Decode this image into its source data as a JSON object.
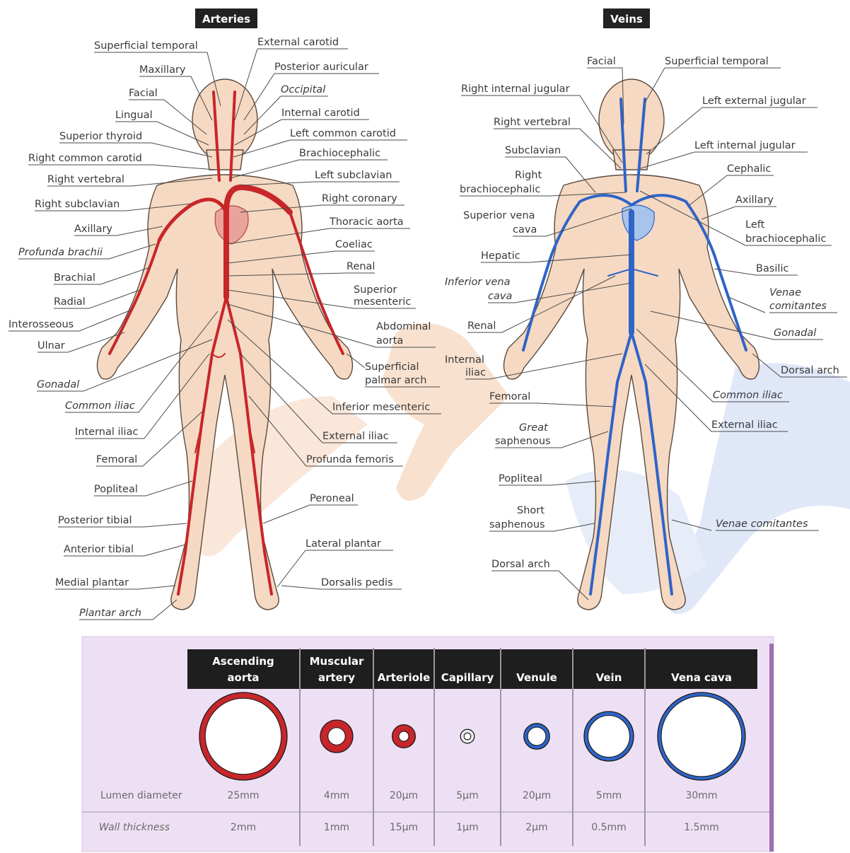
{
  "headers": {
    "arteries": "Arteries",
    "veins": "Veins"
  },
  "colors": {
    "artery": "#c8262a",
    "vein": "#2f64c8",
    "skin": "#f6d9c2",
    "skin_edge": "#5a4a40",
    "panel_bg": "#eee0f4",
    "panel_border": "#9b6fb4",
    "header_bg": "#222222"
  },
  "artery_labels": {
    "superficial_temporal": "Superficial temporal",
    "external_carotid": "External carotid",
    "maxillary": "Maxillary",
    "posterior_auricular": "Posterior auricular",
    "facial": "Facial",
    "occipital": "Occipital",
    "lingual": "Lingual",
    "internal_carotid": "Internal carotid",
    "superior_thyroid": "Superior thyroid",
    "left_common_carotid": "Left common carotid",
    "right_common_carotid": "Right common carotid",
    "brachiocephalic": "Brachiocephalic",
    "right_vertebral": "Right vertebral",
    "left_subclavian": "Left subclavian",
    "right_subclavian": "Right subclavian",
    "right_coronary": "Right coronary",
    "axillary": "Axillary",
    "thoracic_aorta": "Thoracic aorta",
    "profunda_brachii": "Profunda brachii",
    "coeliac": "Coeliac",
    "brachial": "Brachial",
    "renal": "Renal",
    "radial": "Radial",
    "superior_mesenteric_1": "Superior",
    "superior_mesenteric_2": "mesenteric",
    "interosseous": "Interosseous",
    "abdominal_aorta_1": "Abdominal",
    "abdominal_aorta_2": "aorta",
    "ulnar": "Ulnar",
    "superficial_palmar_1": "Superficial",
    "superficial_palmar_2": "palmar arch",
    "gonadal": "Gonadal",
    "common_iliac": "Common iliac",
    "inferior_mesenteric": "Inferior mesenteric",
    "internal_iliac": "Internal iliac",
    "external_iliac": "External iliac",
    "femoral": "Femoral",
    "profunda_femoris": "Profunda femoris",
    "popliteal": "Popliteal",
    "peroneal": "Peroneal",
    "posterior_tibial": "Posterior tibial",
    "anterior_tibial": "Anterior tibial",
    "lateral_plantar": "Lateral plantar",
    "medial_plantar": "Medial plantar",
    "dorsalis_pedis": "Dorsalis pedis",
    "plantar_arch": "Plantar arch"
  },
  "vein_labels": {
    "facial": "Facial",
    "superficial_temporal": "Superficial temporal",
    "right_internal_jugular": "Right internal jugular",
    "left_external_jugular": "Left external jugular",
    "right_vertebral": "Right vertebral",
    "subclavian": "Subclavian",
    "left_internal_jugular": "Left internal jugular",
    "right_brachiocephalic_1": "Right",
    "right_brachiocephalic_2": "brachiocephalic",
    "cephalic": "Cephalic",
    "axillary": "Axillary",
    "superior_vena_cava_1": "Superior vena",
    "superior_vena_cava_2": "cava",
    "left_brachiocephalic_1": "Left",
    "left_brachiocephalic_2": "brachiocephalic",
    "hepatic": "Hepatic",
    "basilic": "Basilic",
    "inferior_vena_cava_1": "Inferior vena",
    "inferior_vena_cava_2": "cava",
    "venae_comitantes_arm_1": "Venae",
    "venae_comitantes_arm_2": "comitantes",
    "renal": "Renal",
    "gonadal": "Gonadal",
    "internal_iliac_1": "Internal",
    "internal_iliac_2": "iliac",
    "dorsal_arch_hand": "Dorsal arch",
    "femoral": "Femoral",
    "common_iliac": "Common iliac",
    "external_iliac": "External iliac",
    "great_saphenous_1": "Great",
    "great_saphenous_2": "saphenous",
    "popliteal": "Popliteal",
    "short_saphenous_1": "Short",
    "short_saphenous_2": "saphenous",
    "venae_comitantes_leg": "Venae comitantes",
    "dorsal_arch_foot": "Dorsal arch"
  },
  "table": {
    "row_labels": {
      "lumen": "Lumen diameter",
      "wall": "Wall thickness"
    },
    "vessels": [
      {
        "name_line1": "Ascending",
        "name_line2": "aorta",
        "lumen": "25mm",
        "wall": "2mm",
        "kind": "artery",
        "lumen_rel": 1.0,
        "wall_rel": 0.1
      },
      {
        "name_line1": "Muscular",
        "name_line2": "artery",
        "lumen": "4mm",
        "wall": "1mm",
        "kind": "artery",
        "lumen_rel": 0.35,
        "wall_rel": 0.38
      },
      {
        "name_line1": "Arteriole",
        "name_line2": "",
        "lumen": "20µm",
        "wall": "15µm",
        "kind": "artery",
        "lumen_rel": 0.24,
        "wall_rel": 0.45
      },
      {
        "name_line1": "Capillary",
        "name_line2": "",
        "lumen": "5µm",
        "wall": "1µm",
        "kind": "capillary",
        "lumen_rel": 0.13,
        "wall_rel": 0.3
      },
      {
        "name_line1": "Venule",
        "name_line2": "",
        "lumen": "20µm",
        "wall": "2µm",
        "kind": "vein",
        "lumen_rel": 0.27,
        "wall_rel": 0.18
      },
      {
        "name_line1": "Vein",
        "name_line2": "",
        "lumen": "5mm",
        "wall": "0.5mm",
        "kind": "vein",
        "lumen_rel": 0.55,
        "wall_rel": 0.1
      },
      {
        "name_line1": "Vena cava",
        "name_line2": "",
        "lumen": "30mm",
        "wall": "1.5mm",
        "kind": "vein",
        "lumen_rel": 1.0,
        "wall_rel": 0.05
      }
    ]
  }
}
